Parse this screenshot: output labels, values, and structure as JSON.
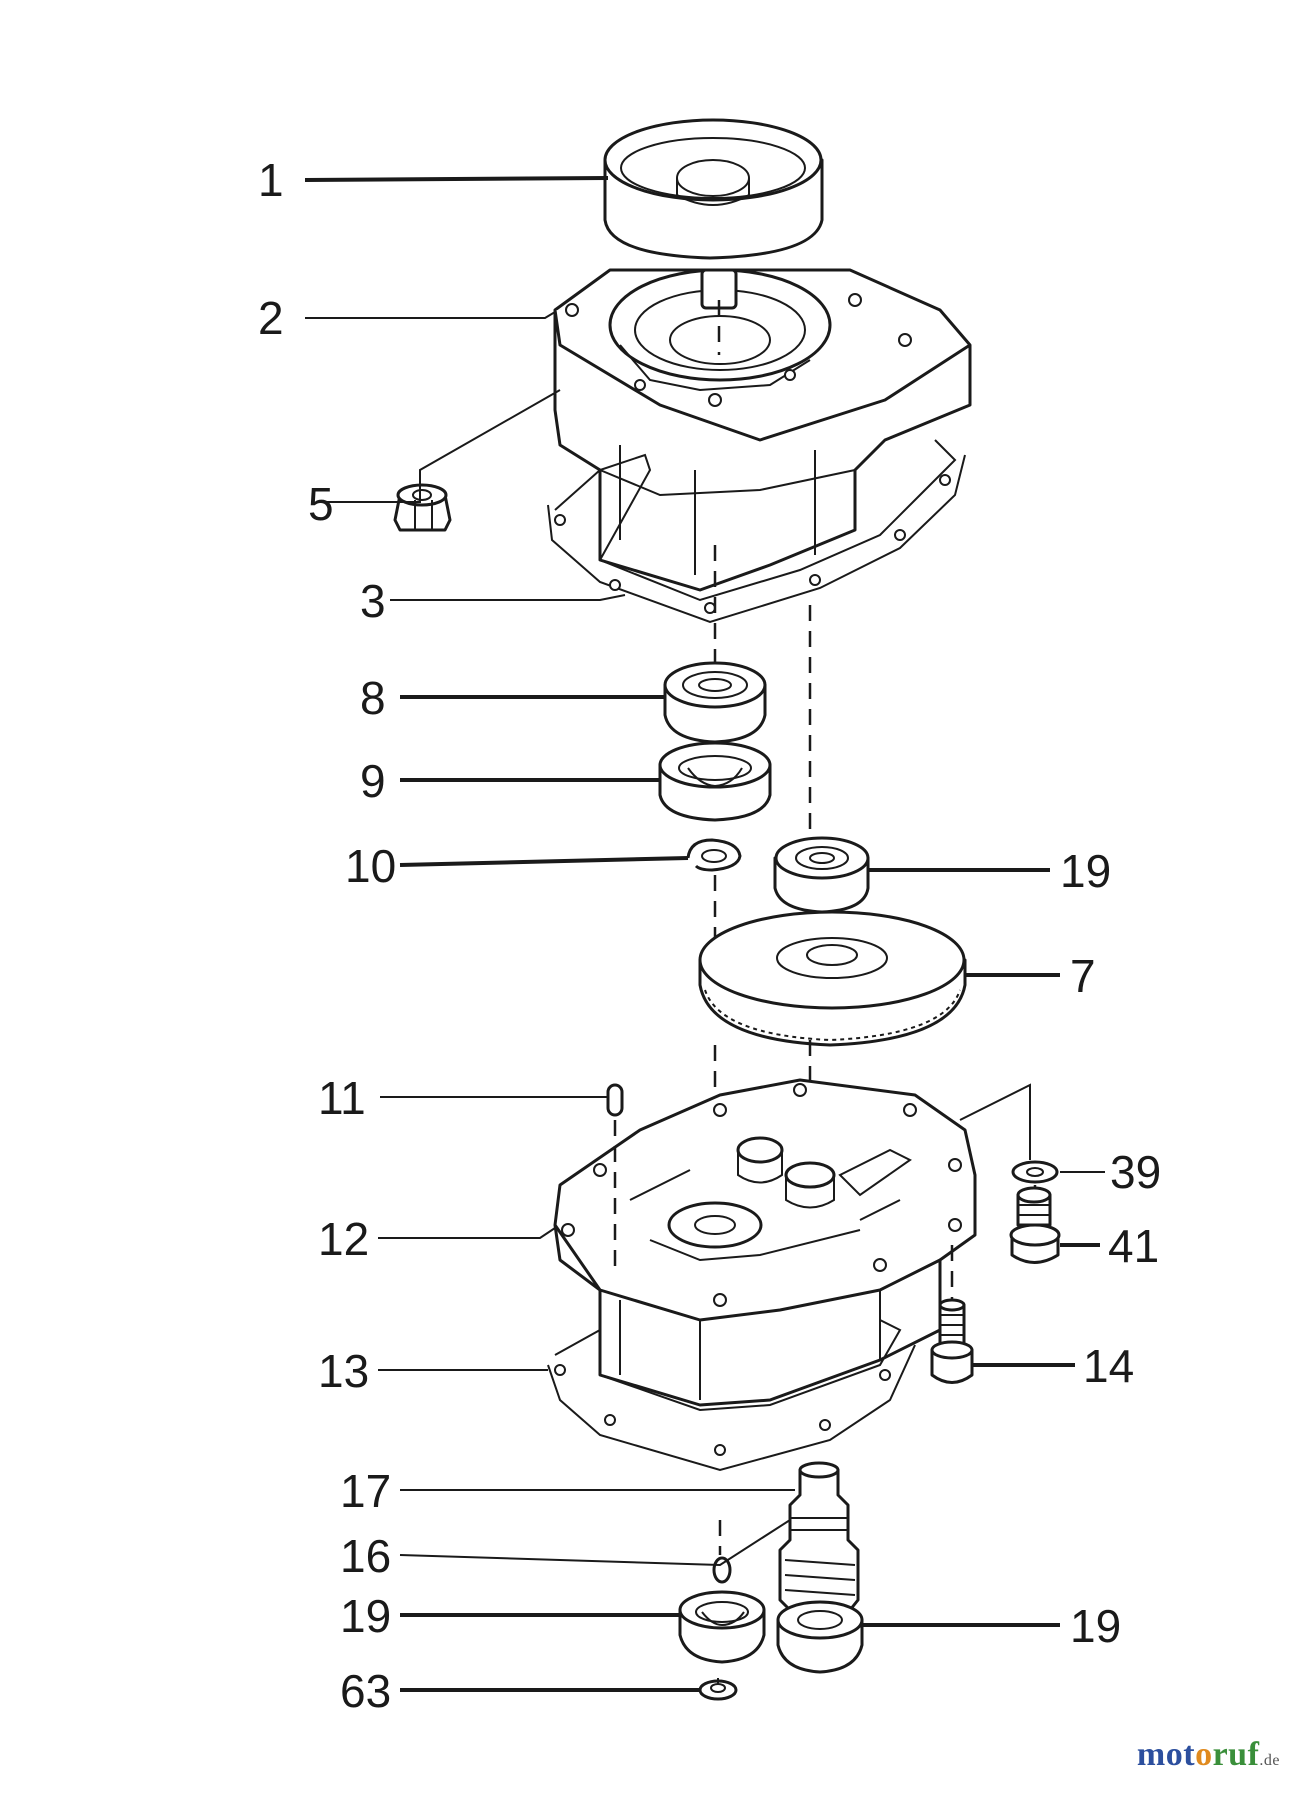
{
  "callouts": [
    {
      "id": "c1",
      "label": "1"
    },
    {
      "id": "c2",
      "label": "2"
    },
    {
      "id": "c5",
      "label": "5"
    },
    {
      "id": "c3",
      "label": "3"
    },
    {
      "id": "c8",
      "label": "8"
    },
    {
      "id": "c9",
      "label": "9"
    },
    {
      "id": "c10",
      "label": "10"
    },
    {
      "id": "c19a",
      "label": "19"
    },
    {
      "id": "c7",
      "label": "7"
    },
    {
      "id": "c11",
      "label": "11"
    },
    {
      "id": "c39",
      "label": "39"
    },
    {
      "id": "c12",
      "label": "12"
    },
    {
      "id": "c41",
      "label": "41"
    },
    {
      "id": "c13",
      "label": "13"
    },
    {
      "id": "c14",
      "label": "14"
    },
    {
      "id": "c17",
      "label": "17"
    },
    {
      "id": "c16",
      "label": "16"
    },
    {
      "id": "c19b",
      "label": "19"
    },
    {
      "id": "c19c",
      "label": "19"
    },
    {
      "id": "c63",
      "label": "63"
    }
  ],
  "brand": {
    "name_moto": "mot",
    "name_o": "o",
    "name_ruf": "ruf",
    "suffix": ".de",
    "colors": {
      "m": "#2c4f9e",
      "o1": "#2c4f9e",
      "t": "#2c4f9e",
      "o2": "#e08a1e",
      "r": "#2c4f9e",
      "u": "#3a8f3a",
      "f": "#2c4f9e"
    }
  }
}
